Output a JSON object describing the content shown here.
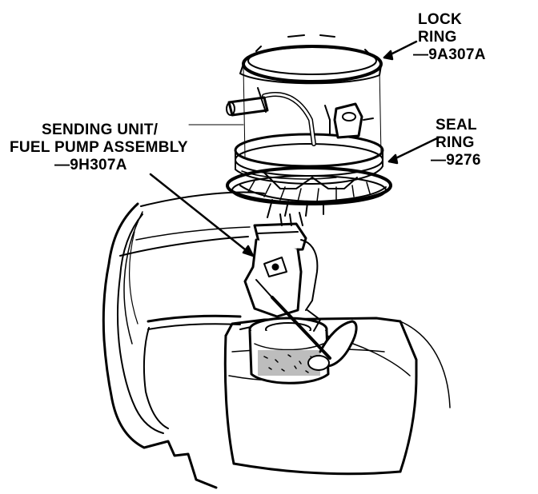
{
  "labels": {
    "lock_ring": {
      "line1": "LOCK",
      "line2": "RING",
      "part": "—9A307A"
    },
    "seal_ring": {
      "line1": "SEAL",
      "line2": "RING",
      "part": "—9276"
    },
    "sending_unit": {
      "line1": "SENDING UNIT/",
      "line2": "FUEL PUMP ASSEMBLY",
      "part": "—9H307A"
    }
  },
  "colors": {
    "ink": "#000000",
    "paper": "#ffffff",
    "fill_gray": "#bdbdbd"
  }
}
